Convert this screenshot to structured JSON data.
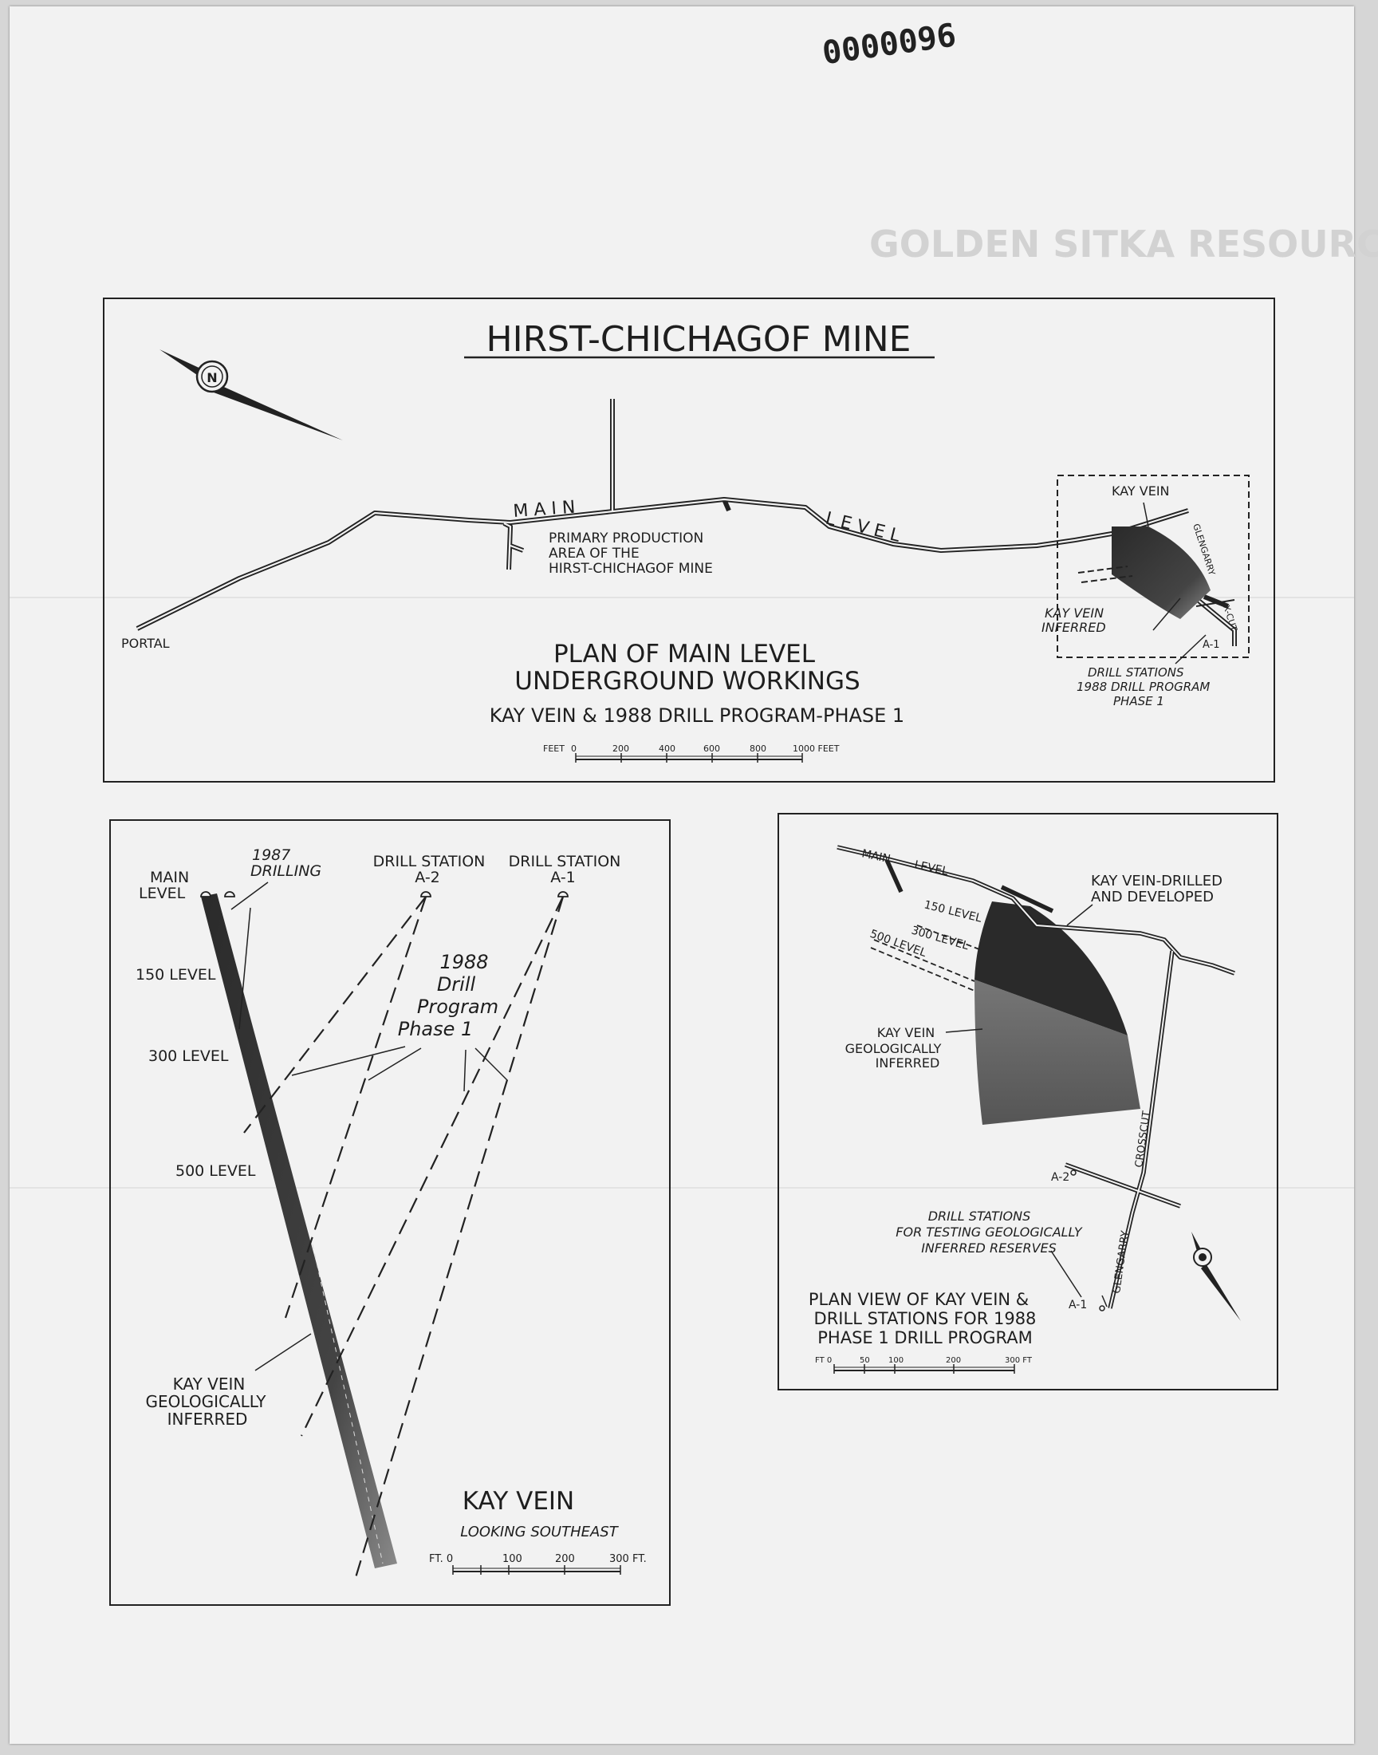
{
  "document": {
    "stamp_number": "0000096",
    "faint_header": "GOLDEN SITKA RESOURCES INC."
  },
  "main_plan": {
    "title": "HIRST-CHICHAGOF MINE",
    "labels": {
      "portal": "PORTAL",
      "main_word": "M A I N",
      "level_word": "L E V E L",
      "production_1": "PRIMARY PRODUCTION",
      "production_2": "AREA OF THE",
      "production_3": "HIRST-CHICHAGOF MINE",
      "kay_vein": "KAY VEIN",
      "kay_inferred_1": "KAY VEIN",
      "kay_inferred_2": "INFERRED",
      "drill_1": "DRILL STATIONS",
      "drill_2": "1988 DRILL PROGRAM",
      "drill_3": "PHASE 1",
      "glengarry": "GLENGARRY",
      "xcut": "X-CUT",
      "a1": "A-1"
    },
    "caption_1": "PLAN OF MAIN LEVEL",
    "caption_2": "UNDERGROUND WORKINGS",
    "caption_3": "KAY VEIN & 1988 DRILL PROGRAM-PHASE 1",
    "scale": {
      "unit_left": "FEET",
      "ticks": [
        "0",
        "200",
        "400",
        "600",
        "800",
        "1000 FEET"
      ]
    },
    "north": "N"
  },
  "section": {
    "labels": {
      "main_1": "MAIN",
      "main_2": "LEVEL",
      "drilling_1": "1987",
      "drilling_2": "DRILLING",
      "ds_a2_1": "DRILL STATION",
      "ds_a2_2": "A-2",
      "ds_a1_1": "DRILL STATION",
      "ds_a1_2": "A-1",
      "lvl150": "150 LEVEL",
      "lvl300": "300 LEVEL",
      "lvl500": "500 LEVEL",
      "prog_1": "1988",
      "prog_2": "Drill",
      "prog_3": "Program",
      "prog_4": "Phase 1",
      "kv_1": "KAY VEIN",
      "kv_2": "GEOLOGICALLY",
      "kv_3": "INFERRED"
    },
    "title": "KAY VEIN",
    "subtitle": "LOOKING SOUTHEAST",
    "scale": {
      "ticks": [
        "FT. 0",
        "100",
        "200",
        "300 FT."
      ]
    }
  },
  "plan_view": {
    "labels": {
      "main": "MAIN",
      "level": "LEVEL",
      "lvl150": "150 LEVEL",
      "lvl300": "300 LEVEL",
      "lvl500": "500 LEVEL",
      "drilled_1": "KAY VEIN-DRILLED",
      "drilled_2": "AND DEVELOPED",
      "inf_1": "KAY VEIN",
      "inf_2": "GEOLOGICALLY",
      "inf_3": "INFERRED",
      "crosscut": "CROSSCUT",
      "glengarry": "GLENGARRY",
      "a2": "A-2",
      "a1": "A-1",
      "ds_1": "DRILL STATIONS",
      "ds_2": "FOR TESTING GEOLOGICALLY",
      "ds_3": "INFERRED RESERVES"
    },
    "caption_1": "PLAN VIEW OF KAY VEIN &",
    "caption_2": "DRILL STATIONS FOR 1988",
    "caption_3": "PHASE 1 DRILL PROGRAM",
    "scale": {
      "ticks": [
        "FT 0",
        "50",
        "100",
        "200",
        "300 FT"
      ]
    }
  }
}
